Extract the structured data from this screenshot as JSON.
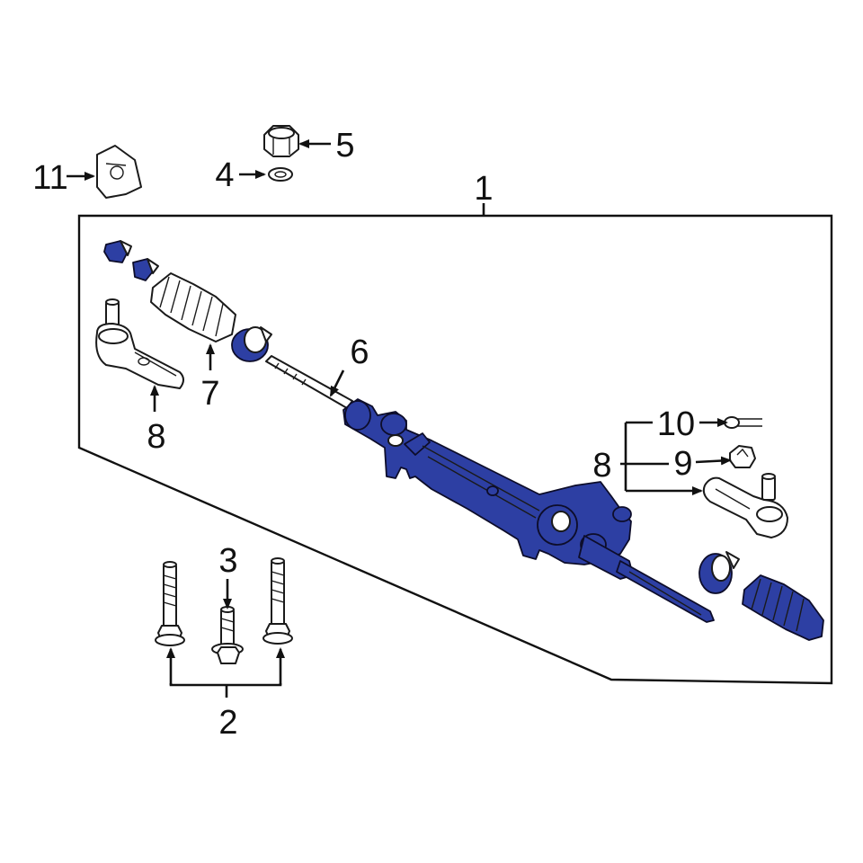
{
  "colors": {
    "highlight": "#2d3fa3",
    "outline": "#111111",
    "background": "#ffffff"
  },
  "callouts": {
    "c1": "1",
    "c2": "2",
    "c3": "3",
    "c4": "4",
    "c5": "5",
    "c6": "6",
    "c7": "7",
    "c8_left": "8",
    "c8_right": "8",
    "c9": "9",
    "c10": "10",
    "c11": "11"
  }
}
